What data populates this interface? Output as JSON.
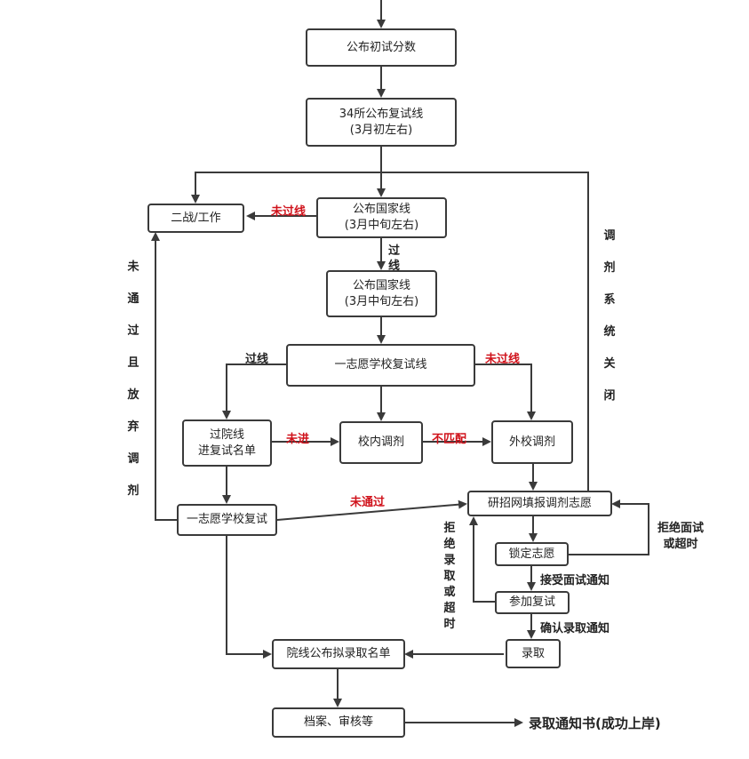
{
  "nodes": {
    "announce_initial": "公布初试分数",
    "line34_a": "34所公布复试线",
    "line34_b": "(3月初左右)",
    "second_try": "二战/工作",
    "national1_a": "公布国家线",
    "national1_b": "(3月中旬左右)",
    "national2_a": "公布国家线",
    "national2_b": "(3月中旬左右)",
    "first_choice_line": "一志愿学校复试线",
    "pass_college_a": "过院线",
    "pass_college_b": "进复试名单",
    "internal_adjust": "校内调剂",
    "external_adjust": "外校调剂",
    "first_retest": "一志愿学校复试",
    "fill_adjust": "研招网填报调剂志愿",
    "lock": "锁定志愿",
    "join_retest": "参加复试",
    "admit": "录取",
    "proposed_list": "院线公布拟录取名单",
    "archive": "档案、审核等"
  },
  "labels": {
    "not_pass_1": "未过线",
    "pass_1_top": "过",
    "pass_1_bottom": "线",
    "pass_2": "过线",
    "not_pass_2": "未过线",
    "not_in": "未进",
    "no_match": "不匹配",
    "not_passed": "未通过",
    "accept_interview": "接受面试通知",
    "confirm_admit": "确认录取通知",
    "refuse_interview": "拒绝面试或超时",
    "refuse_admit": "拒绝录取或超时",
    "fail_and_abandon": "未通过且放弃调剂",
    "system_closed": "调剂系统关闭"
  },
  "final": "录取通知书(成功上岸)",
  "colors": {
    "line": "#3a3a3a",
    "red_label": "#d0121b"
  }
}
